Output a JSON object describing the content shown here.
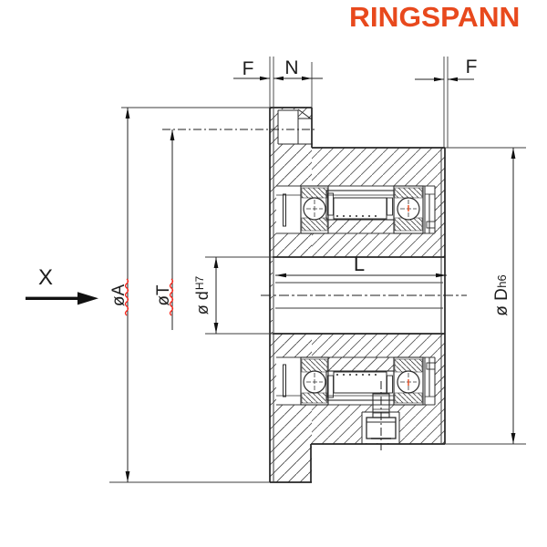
{
  "brand": {
    "name": "RINGSPANN",
    "color": "#e8491d"
  },
  "view": {
    "label": "X"
  },
  "dimensions": {
    "f_left": "F",
    "n": "N",
    "f_right": "F",
    "l": "L",
    "dia_a": "øA",
    "dia_t": "øT",
    "dia_d": "ø d",
    "dia_d_tol": "H7",
    "dia_big_d": "ø D",
    "dia_big_d_tol": "h6"
  },
  "colors": {
    "line": "#2a2a2a",
    "thin_line": "#4a4a4a",
    "squiggle": "#ff2015",
    "bearing_mark": "#e8491d",
    "background": "#ffffff"
  }
}
